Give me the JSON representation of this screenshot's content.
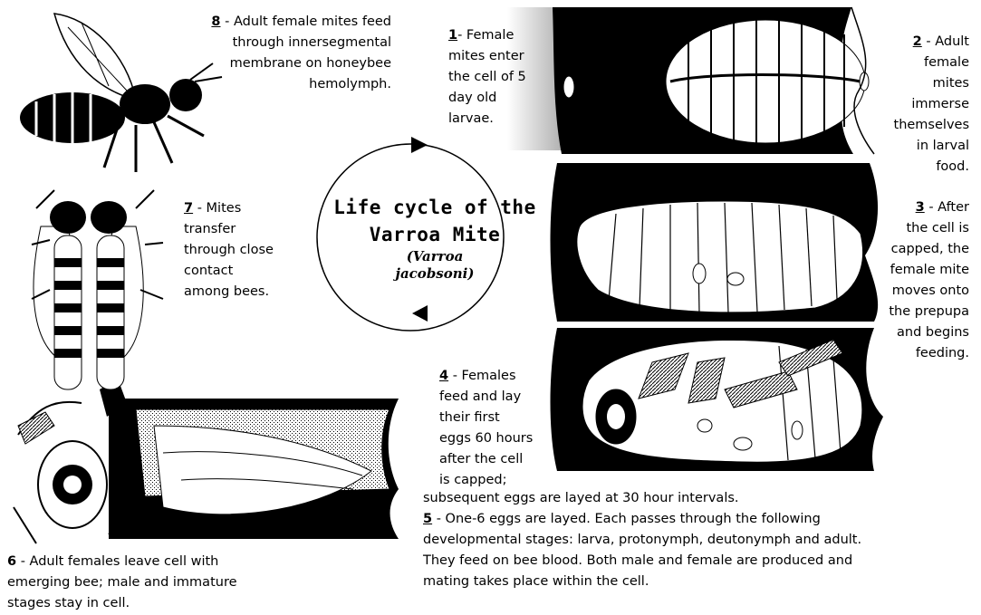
{
  "title": {
    "line1": "Life cycle of the",
    "line2": "Varroa Mite",
    "sci1": "(Varroa",
    "sci2": "jacobsoni)"
  },
  "steps": {
    "s1": {
      "num": "1",
      "lines": [
        "- Female",
        "mites enter",
        "the cell of 5",
        "day old",
        "larvae."
      ]
    },
    "s2": {
      "num": "2",
      "lines": [
        " - Adult",
        "female",
        "mites",
        "immerse",
        "themselves",
        "in larval",
        "food."
      ]
    },
    "s3": {
      "num": "3",
      "lines": [
        " - After",
        "the cell is",
        "capped, the",
        "female mite",
        "moves onto",
        "the prepupa",
        "and begins",
        "feeding."
      ]
    },
    "s4": {
      "num": "4",
      "lines": [
        " - Females",
        "feed and lay",
        "their first",
        "eggs 60 hours",
        "after the cell",
        "is capped;",
        "subsequent eggs are layed at 30 hour intervals."
      ]
    },
    "s5": {
      "num": "5",
      "lines": [
        " - One-6 eggs are layed. Each passes through the following",
        "developmental stages: larva, protonymph, deutonymph and adult.",
        "They feed on bee blood.  Both male and female are produced and",
        "mating takes place within the cell."
      ]
    },
    "s6": {
      "num": "6",
      "lines": [
        " - Adult females leave cell with",
        "emerging bee; male and immature",
        "stages stay in cell."
      ]
    },
    "s7": {
      "num": "7",
      "lines": [
        " - Mites",
        "transfer",
        "through close",
        "contact",
        "among bees."
      ]
    },
    "s8": {
      "num": "8",
      "lines": [
        " - Adult female mites feed",
        "through innersegmental",
        "membrane on honeybee",
        "hemolymph."
      ]
    }
  }
}
